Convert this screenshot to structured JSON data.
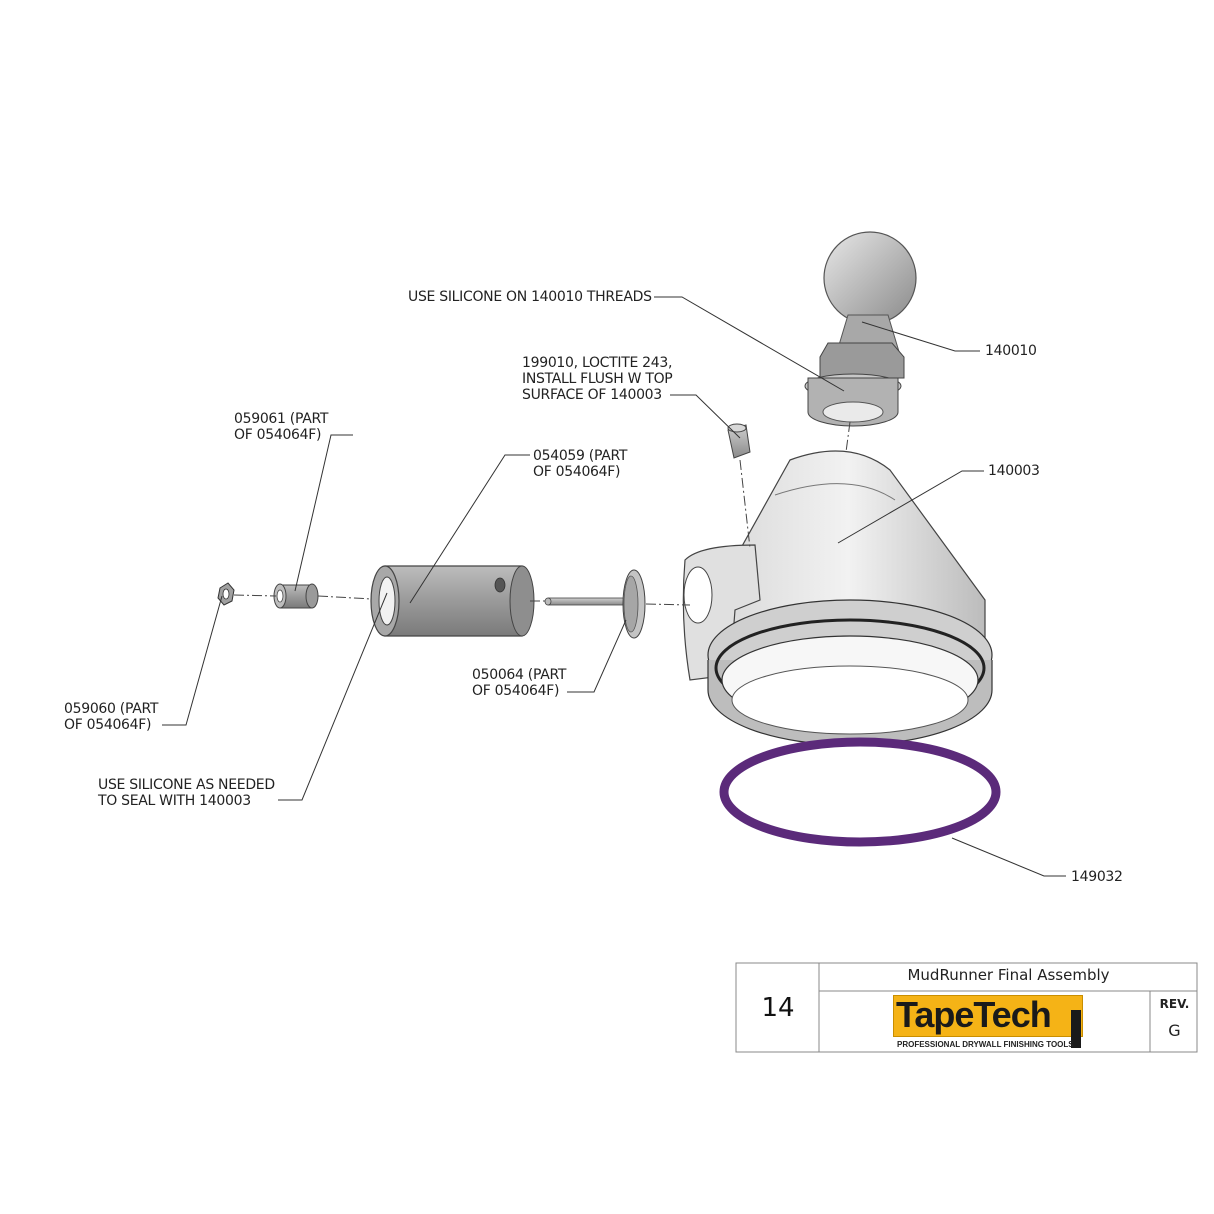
{
  "callouts": {
    "silicone_threads": "USE SILICONE ON 140010 THREADS",
    "part_140010": "140010",
    "part_199010": "199010, LOCTITE 243,\nINSTALL FLUSH W TOP\nSURFACE OF 140003",
    "part_059061": "059061 (PART\nOF 054064F)",
    "part_054059": "054059 (PART\nOF 054064F)",
    "part_140003": "140003",
    "part_050064": "050064 (PART\nOF 054064F)",
    "part_059060": "059060 (PART\nOF 054064F)",
    "silicone_seal": "USE SILICONE AS NEEDED\nTO SEAL WITH 140003",
    "part_149032": "149032"
  },
  "title_block": {
    "sheet_number": "14",
    "title": "MudRunner Final Assembly",
    "brand": "TapeTech",
    "tagline": "PROFESSIONAL DRYWALL FINISHING TOOLS",
    "rev_label": "REV.",
    "rev_value": "G"
  },
  "colors": {
    "oring": "#5b2a7a",
    "logo_yellow": "#f5b316",
    "line": "#333333"
  }
}
